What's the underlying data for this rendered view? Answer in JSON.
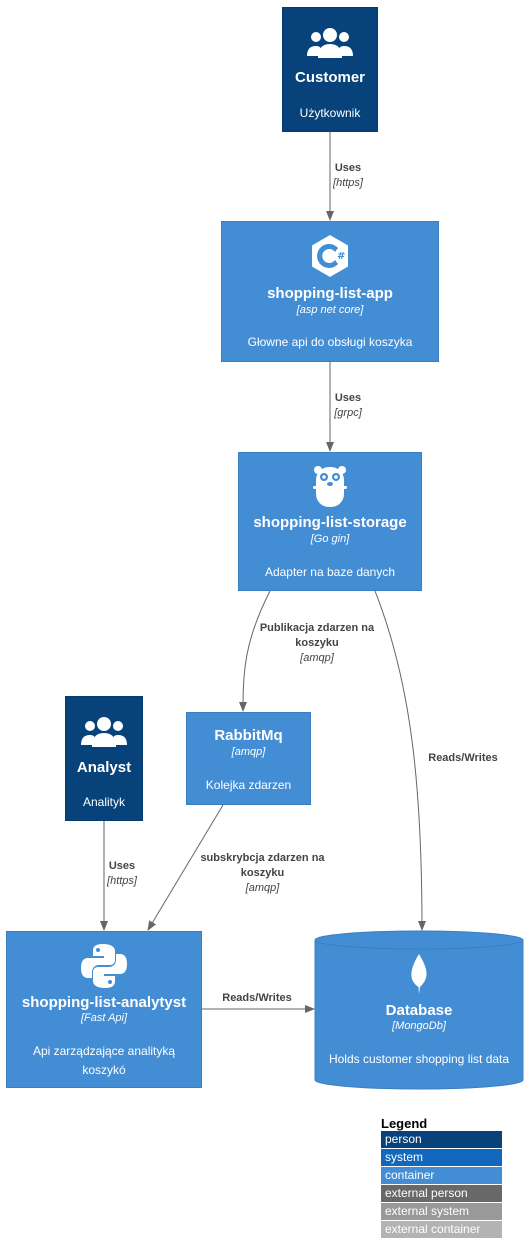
{
  "nodes": {
    "customer": {
      "title": "Customer",
      "desc": "Użytkownik",
      "icon": "users-icon"
    },
    "app": {
      "title": "shopping-list-app",
      "tech": "[asp net core]",
      "desc": "Głowne api do obsługi koszyka",
      "icon": "csharp-icon"
    },
    "storage": {
      "title": "shopping-list-storage",
      "tech": "[Go gin]",
      "desc": "Adapter na baze danych",
      "icon": "gopher-icon"
    },
    "rabbit": {
      "title": "RabbitMq",
      "tech": "[amqp]",
      "desc": "Kolejka zdarzen"
    },
    "analyst": {
      "title": "Analyst",
      "desc": "Analityk",
      "icon": "users-icon"
    },
    "analytyst": {
      "title": "shopping-list-analytyst",
      "tech": "[Fast Api]",
      "desc": "Api zarządzające analityką koszykó",
      "icon": "python-icon"
    },
    "database": {
      "title": "Database",
      "tech": "[MongoDb]",
      "desc": "Holds customer shopping list data",
      "icon": "mongodb-leaf-icon"
    }
  },
  "edges": [
    {
      "id": "customer-app",
      "label": "Uses",
      "tech": "[https]"
    },
    {
      "id": "app-storage",
      "label": "Uses",
      "tech": "[grpc]"
    },
    {
      "id": "storage-rabbit",
      "label": "Publikacja zdarzen na koszyku",
      "tech": "[amqp]"
    },
    {
      "id": "storage-database",
      "label": "Reads/Writes",
      "tech": ""
    },
    {
      "id": "analyst-analytyst",
      "label": "Uses",
      "tech": "[https]"
    },
    {
      "id": "rabbit-analytyst",
      "label": "subskrybcja zdarzen na koszyku",
      "tech": "[amqp]"
    },
    {
      "id": "analytyst-database",
      "label": "Reads/Writes",
      "tech": ""
    }
  ],
  "legend": {
    "title": "Legend",
    "items": [
      {
        "label": "person",
        "color": "#08427b"
      },
      {
        "label": "system",
        "color": "#1168bd"
      },
      {
        "label": "container",
        "color": "#438dd5"
      },
      {
        "label": "external person",
        "color": "#686868"
      },
      {
        "label": "external system",
        "color": "#999999"
      },
      {
        "label": "external container",
        "color": "#b3b3b3"
      }
    ]
  },
  "colors": {
    "person": "#08427b",
    "container": "#438dd5",
    "edge": "#666666"
  }
}
